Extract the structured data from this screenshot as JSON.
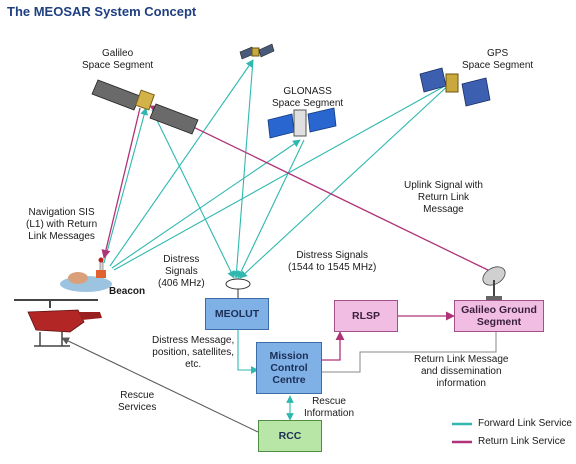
{
  "title": "The MEOSAR System Concept",
  "satellites": {
    "galileo": "Galileo\nSpace Segment",
    "glonass": "GLONASS\nSpace Segment",
    "gps": "GPS\nSpace Segment"
  },
  "labels": {
    "navigation_sis": "Navigation SIS\n(L1) with Return\nLink Messages",
    "beacon": "Beacon",
    "distress_406": "Distress\nSignals\n(406 MHz)",
    "distress_1544": "Distress Signals\n(1544 to 1545 MHz)",
    "uplink": "Uplink Signal with\nReturn Link\nMessage",
    "distress_message": "Distress Message,\nposition, satellites,\netc.",
    "return_link_message": "Return Link Message\nand dissemination\ninformation",
    "rescue_info": "Rescue\nInformation",
    "rescue_services": "Rescue\nServices"
  },
  "boxes": {
    "meolut": "MEOLUT",
    "mcc": "Mission\nControl\nCentre",
    "rlsp": "RLSP",
    "ground": "Galileo Ground\nSegment",
    "rcc": "RCC"
  },
  "legend": {
    "forward": "Forward Link Service",
    "return": "Return Link Service"
  },
  "colors": {
    "forward": "#2fb8b0",
    "return": "#b0337a",
    "rescue": "#5a5a5a",
    "title": "#1f3f80"
  }
}
